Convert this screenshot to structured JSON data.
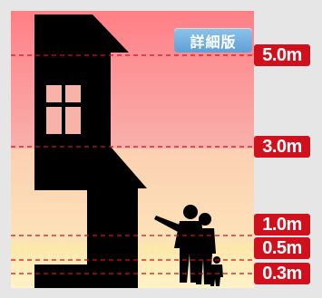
{
  "detail_button": {
    "label": "詳細版"
  },
  "water_levels": [
    {
      "label": "5.0m"
    },
    {
      "label": "3.0m"
    },
    {
      "label": "1.0m"
    },
    {
      "label": "0.5m"
    },
    {
      "label": "0.3m"
    }
  ],
  "colors": {
    "badge": "#d0111d",
    "dashed_line": "#d0111d",
    "silhouette": "#000000",
    "button": "#6aa8dc"
  },
  "icons": [
    "house-silhouette-icon",
    "adult-silhouette-icon",
    "child-silhouette-icon"
  ]
}
